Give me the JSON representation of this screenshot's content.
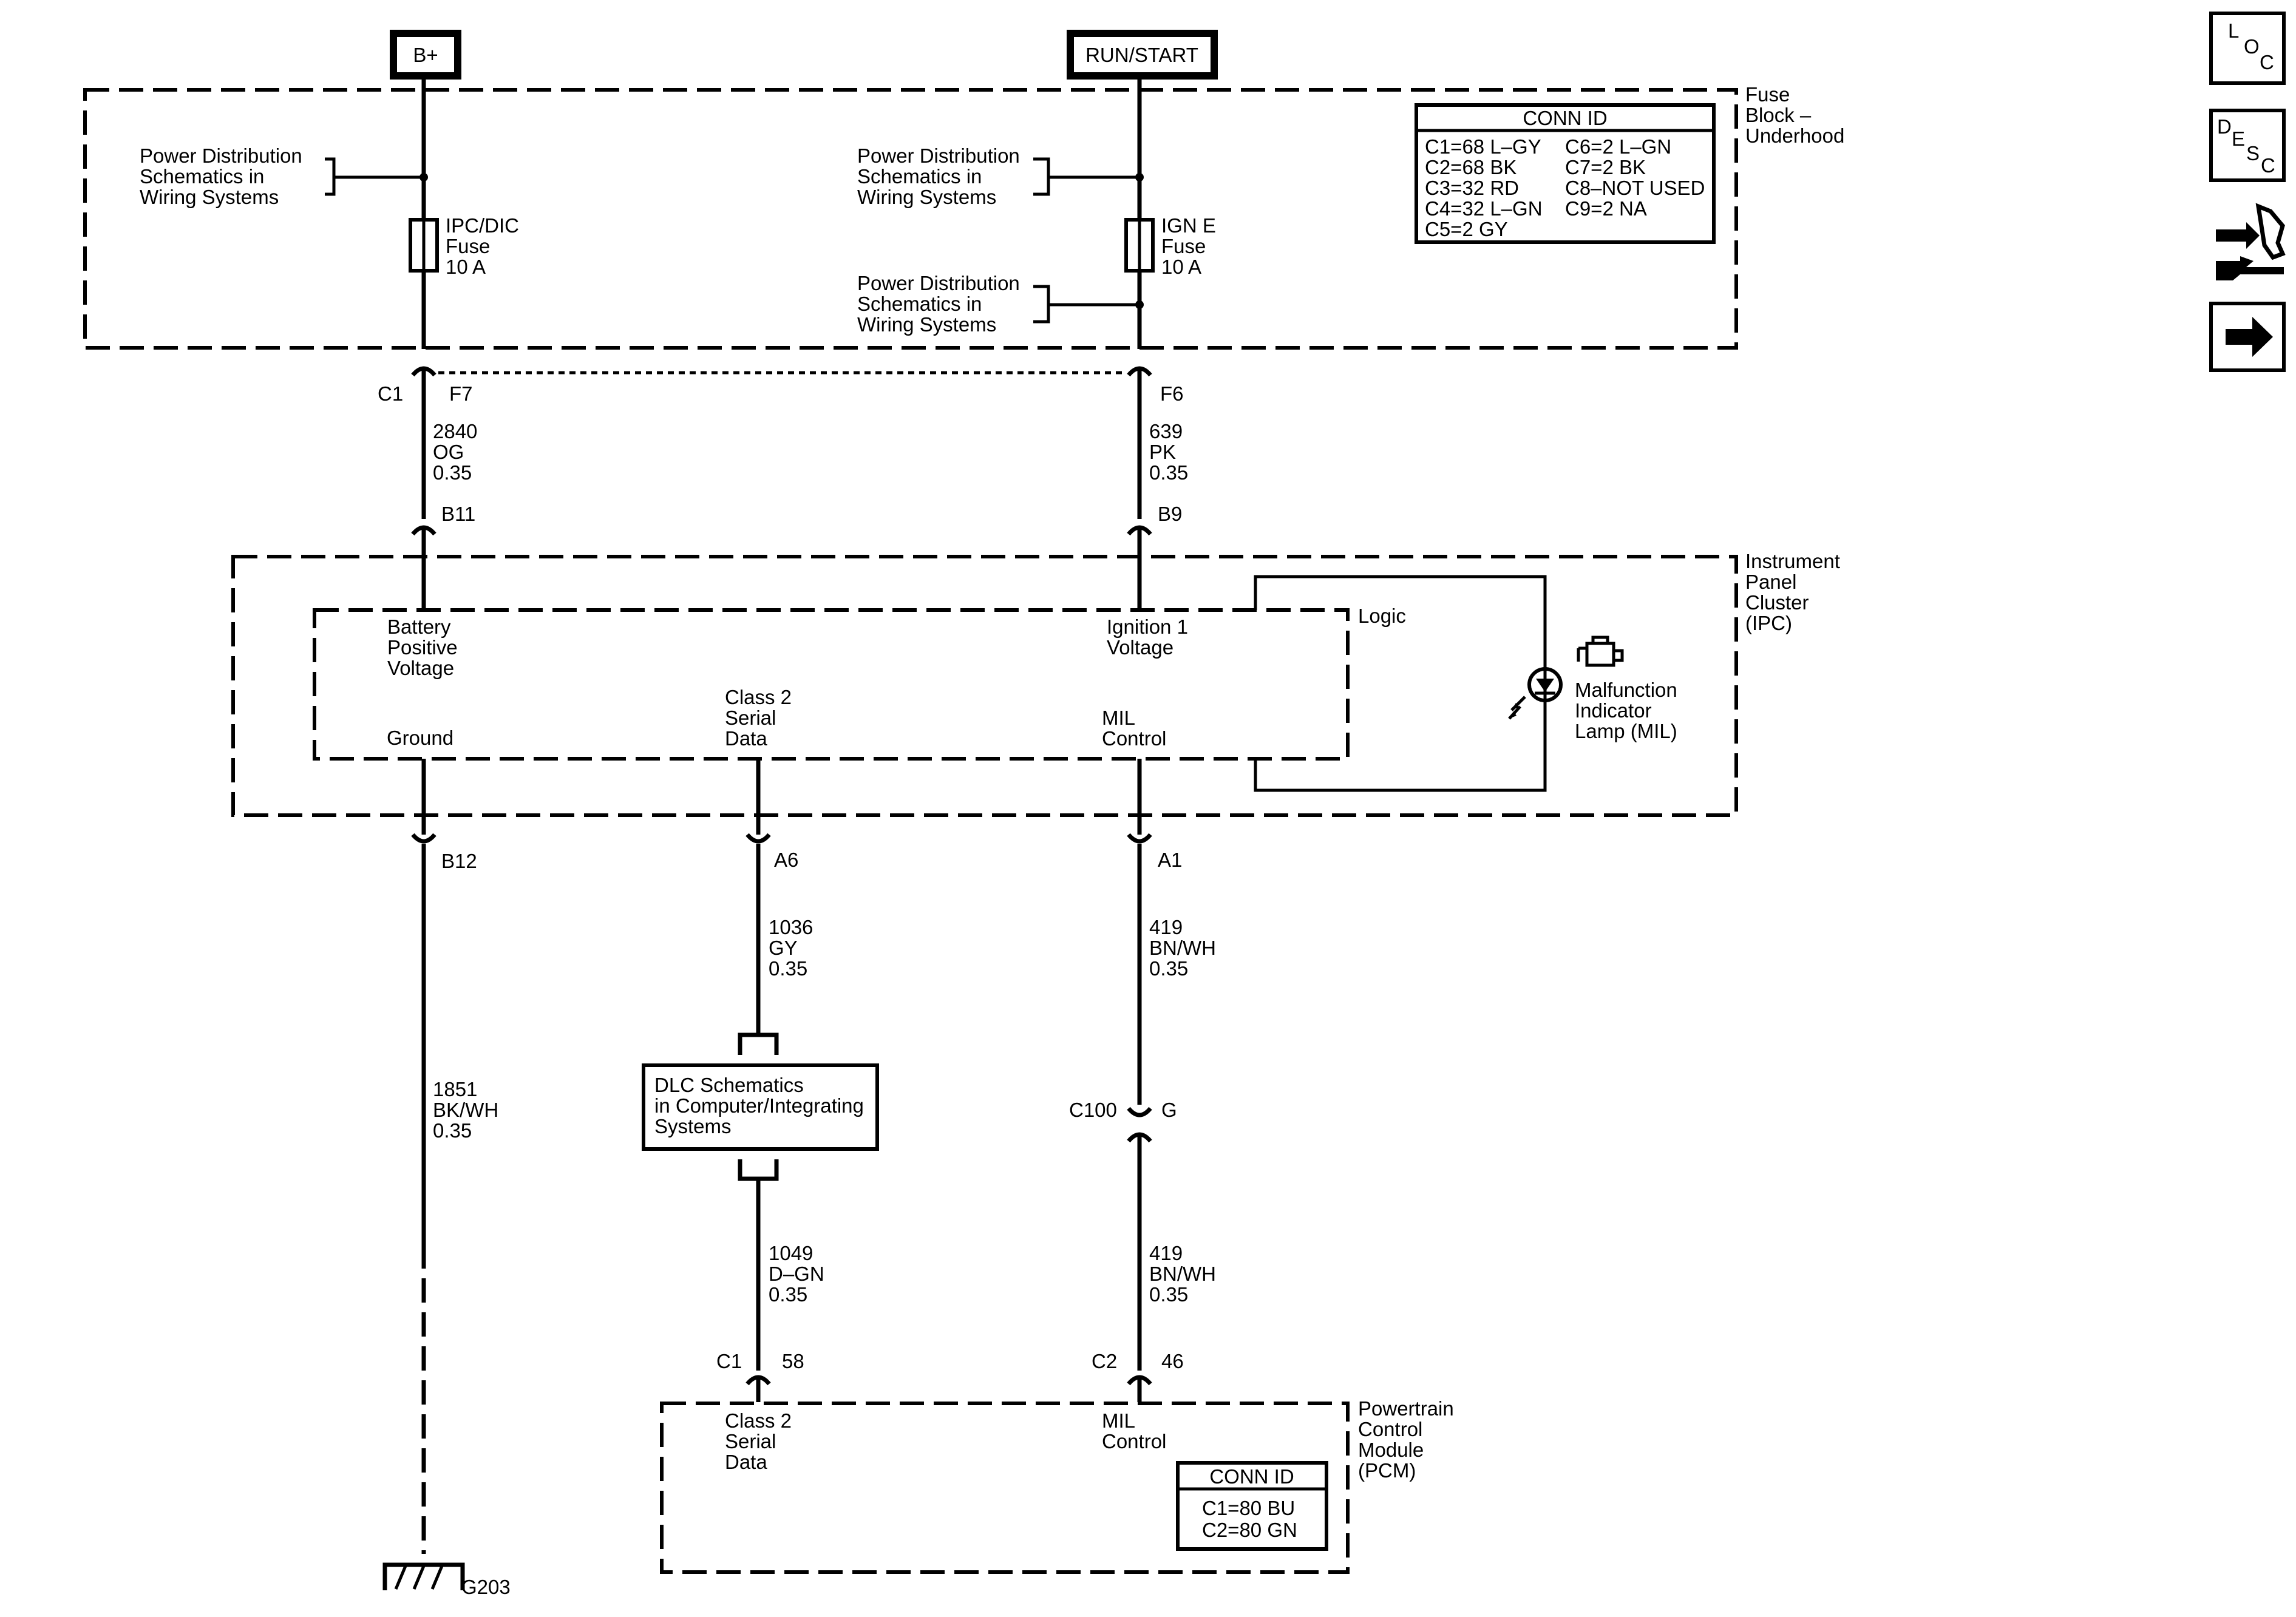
{
  "power": {
    "b_plus": "B+",
    "run_start": "RUN/START"
  },
  "fuse_block": {
    "label": [
      "Fuse",
      "Block –",
      "Underhood"
    ],
    "power_dist_text": [
      "Power Distribution",
      "Schematics in",
      "Wiring Systems"
    ],
    "fuse_ipc": [
      "IPC/DIC",
      "Fuse",
      "10 A"
    ],
    "fuse_ign": [
      "IGN E",
      "Fuse",
      "10 A"
    ],
    "conn_id_title": "CONN ID",
    "conn_left": [
      "C1=68 L–GY",
      "C2=68 BK",
      "C3=32 RD",
      "C4=32 L–GN",
      "C5=2 GY"
    ],
    "conn_right": [
      "C6=2 L–GN",
      "C7=2 BK",
      "C8–NOT USED",
      "C9=2 NA"
    ]
  },
  "connectors": {
    "c1": "C1",
    "f7": "F7",
    "f6": "F6",
    "b11": "B11",
    "b9": "B9",
    "b12": "B12",
    "a6": "A6",
    "a1": "A1",
    "c100": "C100",
    "g": "G",
    "pcm_c1": "C1",
    "pin_58": "58",
    "pcm_c2": "C2",
    "pin_46": "46"
  },
  "wires": {
    "w2840": [
      "2840",
      "OG",
      "0.35"
    ],
    "w639": [
      "639",
      "PK",
      "0.35"
    ],
    "w1851": [
      "1851",
      "BK/WH",
      "0.35"
    ],
    "w1036": [
      "1036",
      "GY",
      "0.35"
    ],
    "w1049": [
      "1049",
      "D–GN",
      "0.35"
    ],
    "w419a": [
      "419",
      "BN/WH",
      "0.35"
    ],
    "w419b": [
      "419",
      "BN/WH",
      "0.35"
    ]
  },
  "ipc": {
    "label": [
      "Instrument",
      "Panel",
      "Cluster",
      "(IPC)"
    ],
    "battery": [
      "Battery",
      "Positive",
      "Voltage"
    ],
    "ignition": [
      "Ignition 1",
      "Voltage"
    ],
    "logic": "Logic",
    "ground": "Ground",
    "class2": [
      "Class 2",
      "Serial",
      "Data"
    ],
    "mil_control": [
      "MIL",
      "Control"
    ],
    "mil_lamp": [
      "Malfunction",
      "Indicator",
      "Lamp (MIL)"
    ]
  },
  "dlc": {
    "text": [
      "DLC Schematics",
      "in Computer/Integrating",
      "Systems"
    ]
  },
  "ground_label": "G203",
  "pcm": {
    "label": [
      "Powertrain",
      "Control",
      "Module",
      "(PCM)"
    ],
    "class2": [
      "Class 2",
      "Serial",
      "Data"
    ],
    "mil_control": [
      "MIL",
      "Control"
    ],
    "conn_id_title": "CONN ID",
    "conn": [
      "C1=80 BU",
      "C2=80 GN"
    ]
  },
  "nav": {
    "loc": [
      "L",
      "O",
      "C"
    ],
    "desc": [
      "D",
      "E",
      "S",
      "C"
    ]
  }
}
